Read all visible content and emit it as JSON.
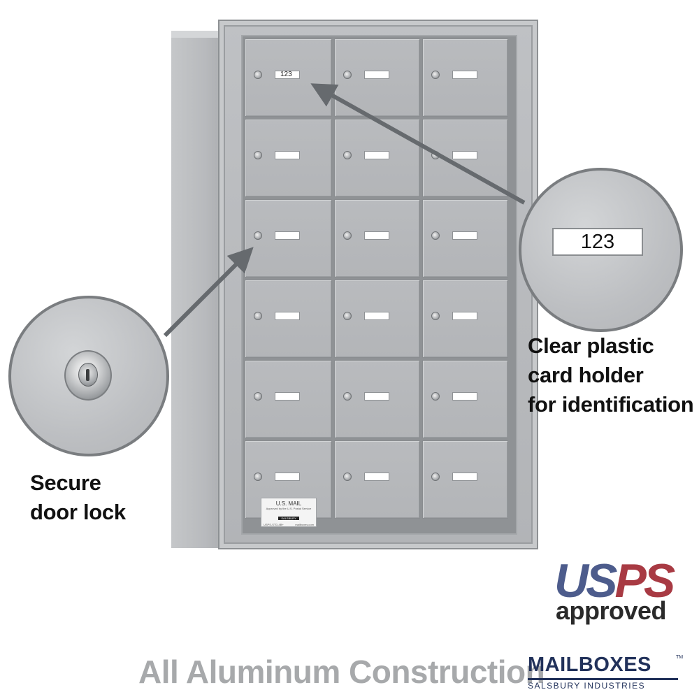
{
  "mailbox": {
    "rows": 6,
    "columns": 3,
    "sample_card_text": "123",
    "usmail_label": {
      "title": "U.S. MAIL",
      "approved_line": "Approved by the U.S. Postal Service",
      "brand": "SALSBURY",
      "footer_left": "USPS-STD-4B+",
      "footer_right": "mailboxes.com"
    }
  },
  "callouts": {
    "card_holder": {
      "card_text": "123",
      "caption_lines": [
        "Clear plastic",
        "card holder",
        "for identification"
      ]
    },
    "lock": {
      "caption_lines": [
        "Secure",
        "door lock"
      ]
    }
  },
  "tagline": "All Aluminum Construction",
  "usps_logo": {
    "word": "USPS",
    "sub": "approved"
  },
  "brand_logo": {
    "name": "MAILBOXES",
    "trademark": "TM",
    "sub": "SALSBURY INDUSTRIES"
  },
  "colors": {
    "aluminum": "#b5b7ba",
    "usps_blue": "#4d5c8c",
    "usps_red": "#a83a43",
    "brand_navy": "#21315a",
    "tagline_gray": "#a7a9ab"
  }
}
